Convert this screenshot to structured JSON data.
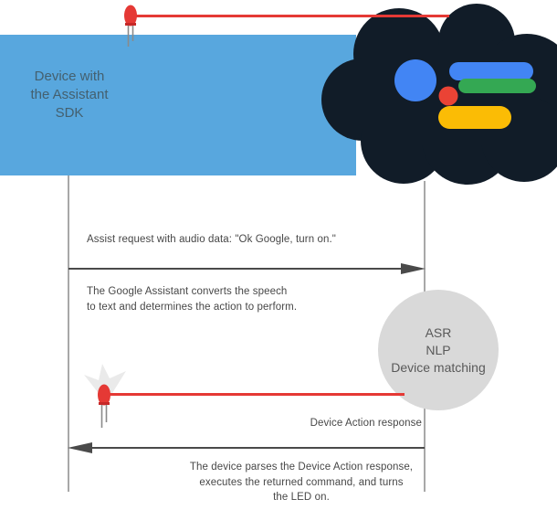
{
  "device_box": {
    "title": "Device with\nthe Assistant\nSDK",
    "color": "#58A7DE"
  },
  "assistant_cloud": {
    "color": "#111C28",
    "logo_colors": {
      "blue": "#4285F4",
      "green": "#34A853",
      "red": "#EA4335",
      "yellow": "#FBBC05"
    }
  },
  "sequence": {
    "request_label": "Assist request with audio data: \"Ok Google, turn on.\"",
    "processing_note": "The Google Assistant converts the speech\nto text and determines the action to perform.",
    "processing_circle": "ASR\nNLP\nDevice matching",
    "response_label": "Device Action response",
    "caption": "The device parses the Device Action response,\nexecutes the returned command, and turns\nthe LED on."
  },
  "icons": {
    "led_off": "led-icon",
    "led_on": "led-glowing-icon",
    "cloud": "google-assistant-cloud",
    "logo": "google-assistant-logo"
  },
  "colors": {
    "wire_red": "#E53935",
    "lifeline_gray": "#A8A8A8",
    "arrow_gray": "#4A4A4A",
    "circle_gray": "#D9D9D9",
    "text_gray": "#474747"
  }
}
